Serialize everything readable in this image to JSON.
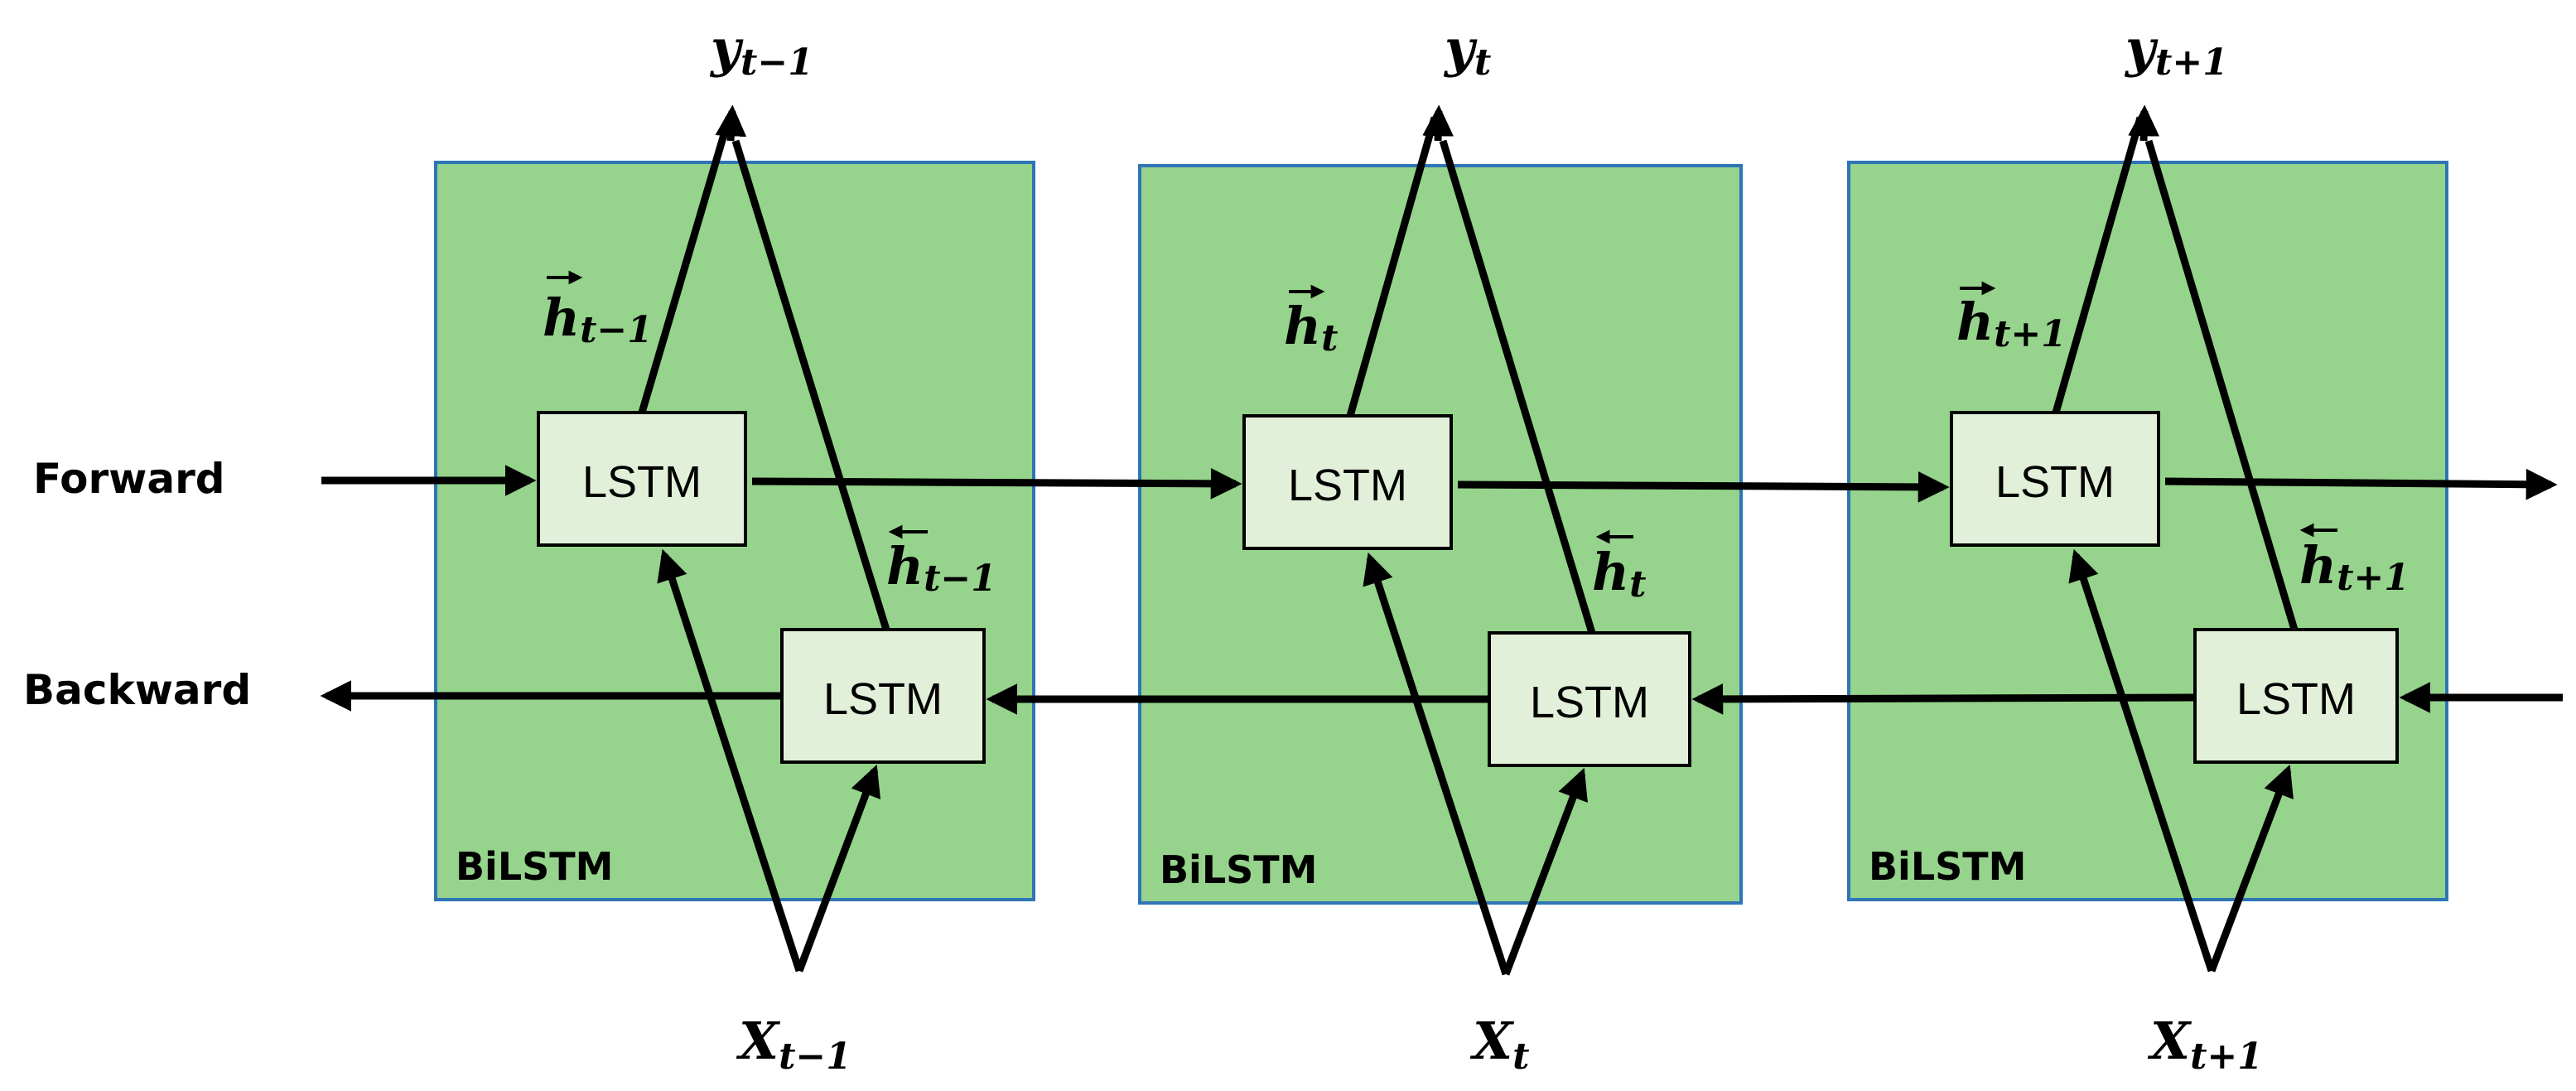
{
  "direction_labels": {
    "forward": "Forward",
    "backward": "Backward"
  },
  "cells": [
    {
      "block_label": "BiLSTM",
      "forward_unit_label": "LSTM",
      "backward_unit_label": "LSTM",
      "output": {
        "symbol": "y",
        "subscript": "t−1"
      },
      "input": {
        "symbol": "X",
        "subscript": "t−1"
      },
      "h_forward": {
        "symbol": "h",
        "subscript": "t−1"
      },
      "h_backward": {
        "symbol": "h",
        "subscript": "t−1"
      }
    },
    {
      "block_label": "BiLSTM",
      "forward_unit_label": "LSTM",
      "backward_unit_label": "LSTM",
      "output": {
        "symbol": "y",
        "subscript": "t"
      },
      "input": {
        "symbol": "X",
        "subscript": "t"
      },
      "h_forward": {
        "symbol": "h",
        "subscript": "t"
      },
      "h_backward": {
        "symbol": "h",
        "subscript": "t"
      }
    },
    {
      "block_label": "BiLSTM",
      "forward_unit_label": "LSTM",
      "backward_unit_label": "LSTM",
      "output": {
        "symbol": "y",
        "subscript": "t+1"
      },
      "input": {
        "symbol": "X",
        "subscript": "t+1"
      },
      "h_forward": {
        "symbol": "h",
        "subscript": "t+1"
      },
      "h_backward": {
        "symbol": "h",
        "subscript": "t+1"
      }
    }
  ],
  "colors": {
    "block_fill": "#96d38c",
    "block_border": "#2e75b6",
    "lstm_fill": "#e2f0d9",
    "arrow": "#000000"
  }
}
